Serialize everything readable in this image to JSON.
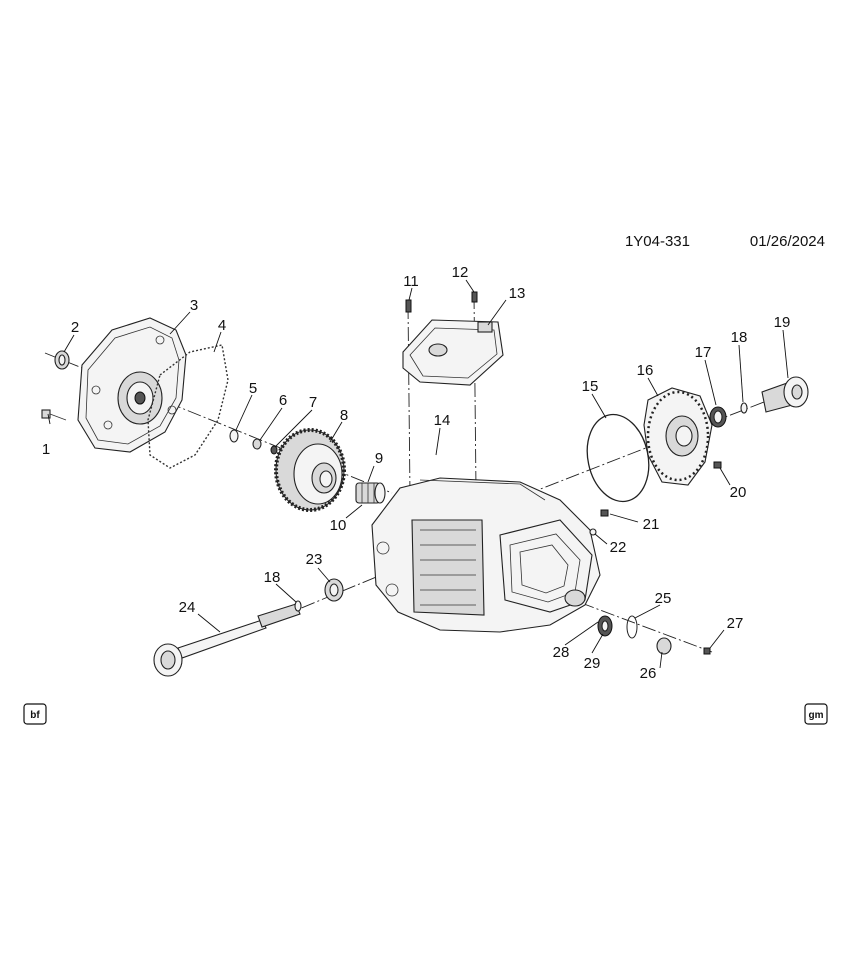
{
  "header": {
    "ref_code": "1Y04-331",
    "date": "01/26/2024"
  },
  "callouts": [
    "1",
    "2",
    "3",
    "4",
    "5",
    "6",
    "7",
    "8",
    "9",
    "10",
    "11",
    "12",
    "13",
    "14",
    "15",
    "16",
    "17",
    "18",
    "19",
    "20",
    "21",
    "22",
    "23",
    "18",
    "24",
    "25",
    "26",
    "27",
    "28",
    "29"
  ],
  "badges": {
    "left": "bf",
    "right": "gm"
  }
}
